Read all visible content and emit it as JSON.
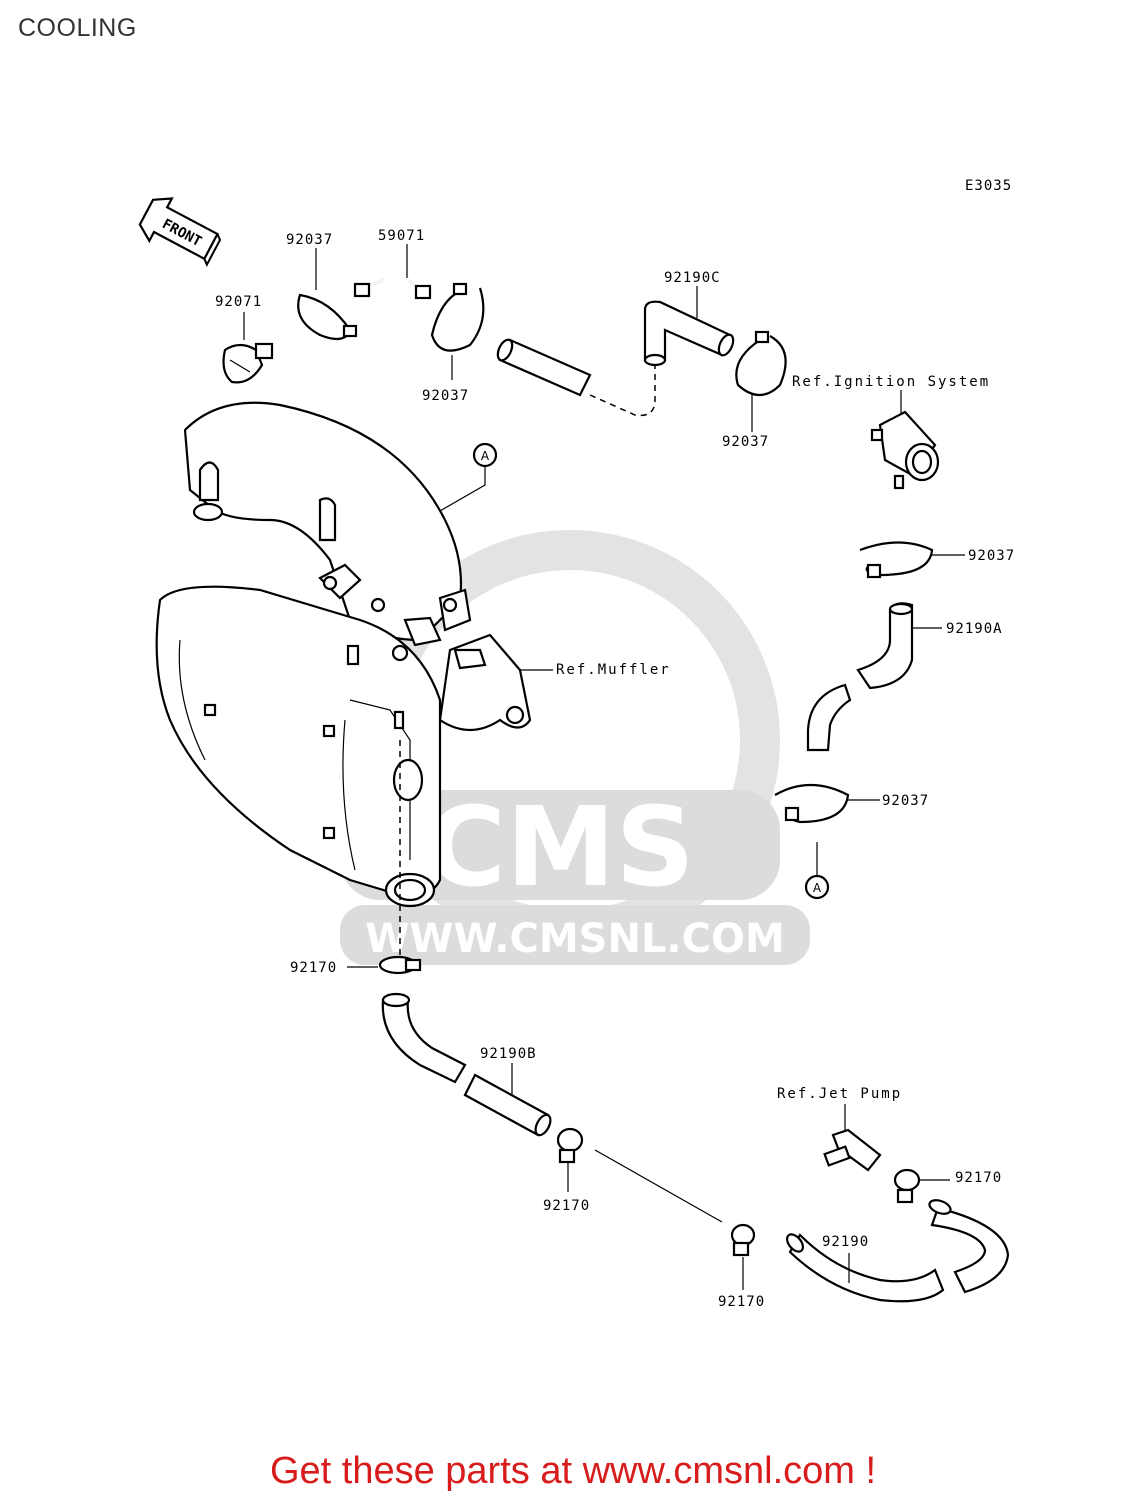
{
  "title": "COOLING",
  "diagram_code": "E3035",
  "front_label": "FRONT",
  "part_numbers": {
    "p92037_a": "92037",
    "p59071": "59071",
    "p92037_b": "92037",
    "p92071": "92071",
    "p92190C": "92190C",
    "p92037_c": "92037",
    "p92037_d": "92037",
    "p92190A": "92190A",
    "p92037_e": "92037",
    "p92170_a": "92170",
    "p92190B": "92190B",
    "p92170_b": "92170",
    "p92170_c": "92170",
    "p92170_d": "92170",
    "p92190": "92190"
  },
  "references": {
    "ignition": "Ref.Ignition System",
    "muffler": "Ref.Muffler",
    "jet_pump": "Ref.Jet Pump"
  },
  "markers": {
    "a_top": "A",
    "a_bottom": "A"
  },
  "watermark": {
    "brand": "CMS",
    "url": "WWW.CMSNL.COM"
  },
  "footer": "Get these parts at www.cmsnl.com !"
}
